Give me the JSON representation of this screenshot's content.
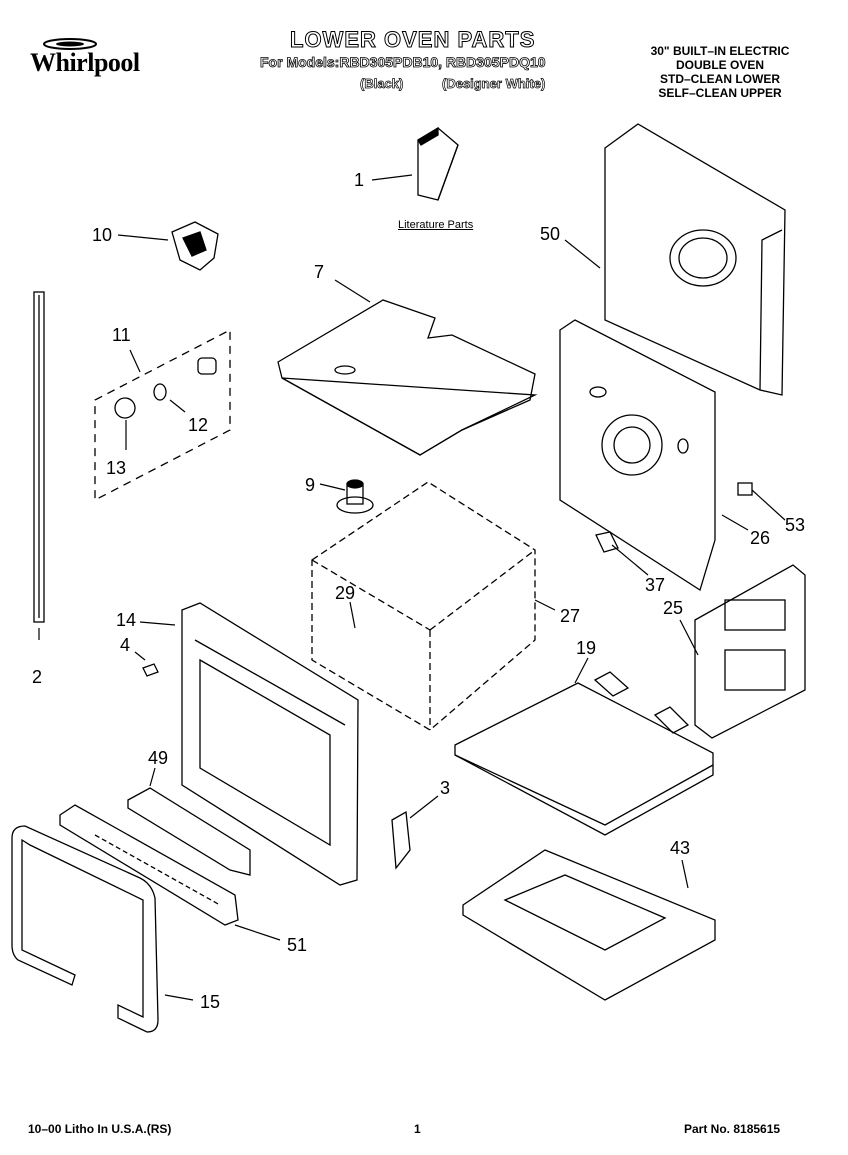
{
  "brand": "Whirlpool",
  "title": "LOWER OVEN PARTS",
  "models_line": "For Models:RBD305PDB10, RBD305PDQ10",
  "variant_black": "(Black)",
  "variant_white": "(Designer White)",
  "description": [
    "30\" BUILT–IN ELECTRIC",
    "DOUBLE OVEN",
    "STD–CLEAN LOWER",
    "SELF–CLEAN UPPER"
  ],
  "literature_label": "Literature Parts",
  "callouts": [
    "1",
    "10",
    "7",
    "50",
    "11",
    "12",
    "13",
    "2",
    "9",
    "29",
    "27",
    "14",
    "4",
    "19",
    "25",
    "26",
    "53",
    "37",
    "49",
    "3",
    "43",
    "51",
    "15"
  ],
  "footer": {
    "left": "10–00 Litho In U.S.A.(RS)",
    "page": "1",
    "part_no": "Part No. 8185615"
  },
  "colors": {
    "line": "#000000",
    "background": "#ffffff"
  },
  "icons": [
    "whirlpool-swirl-logo"
  ]
}
